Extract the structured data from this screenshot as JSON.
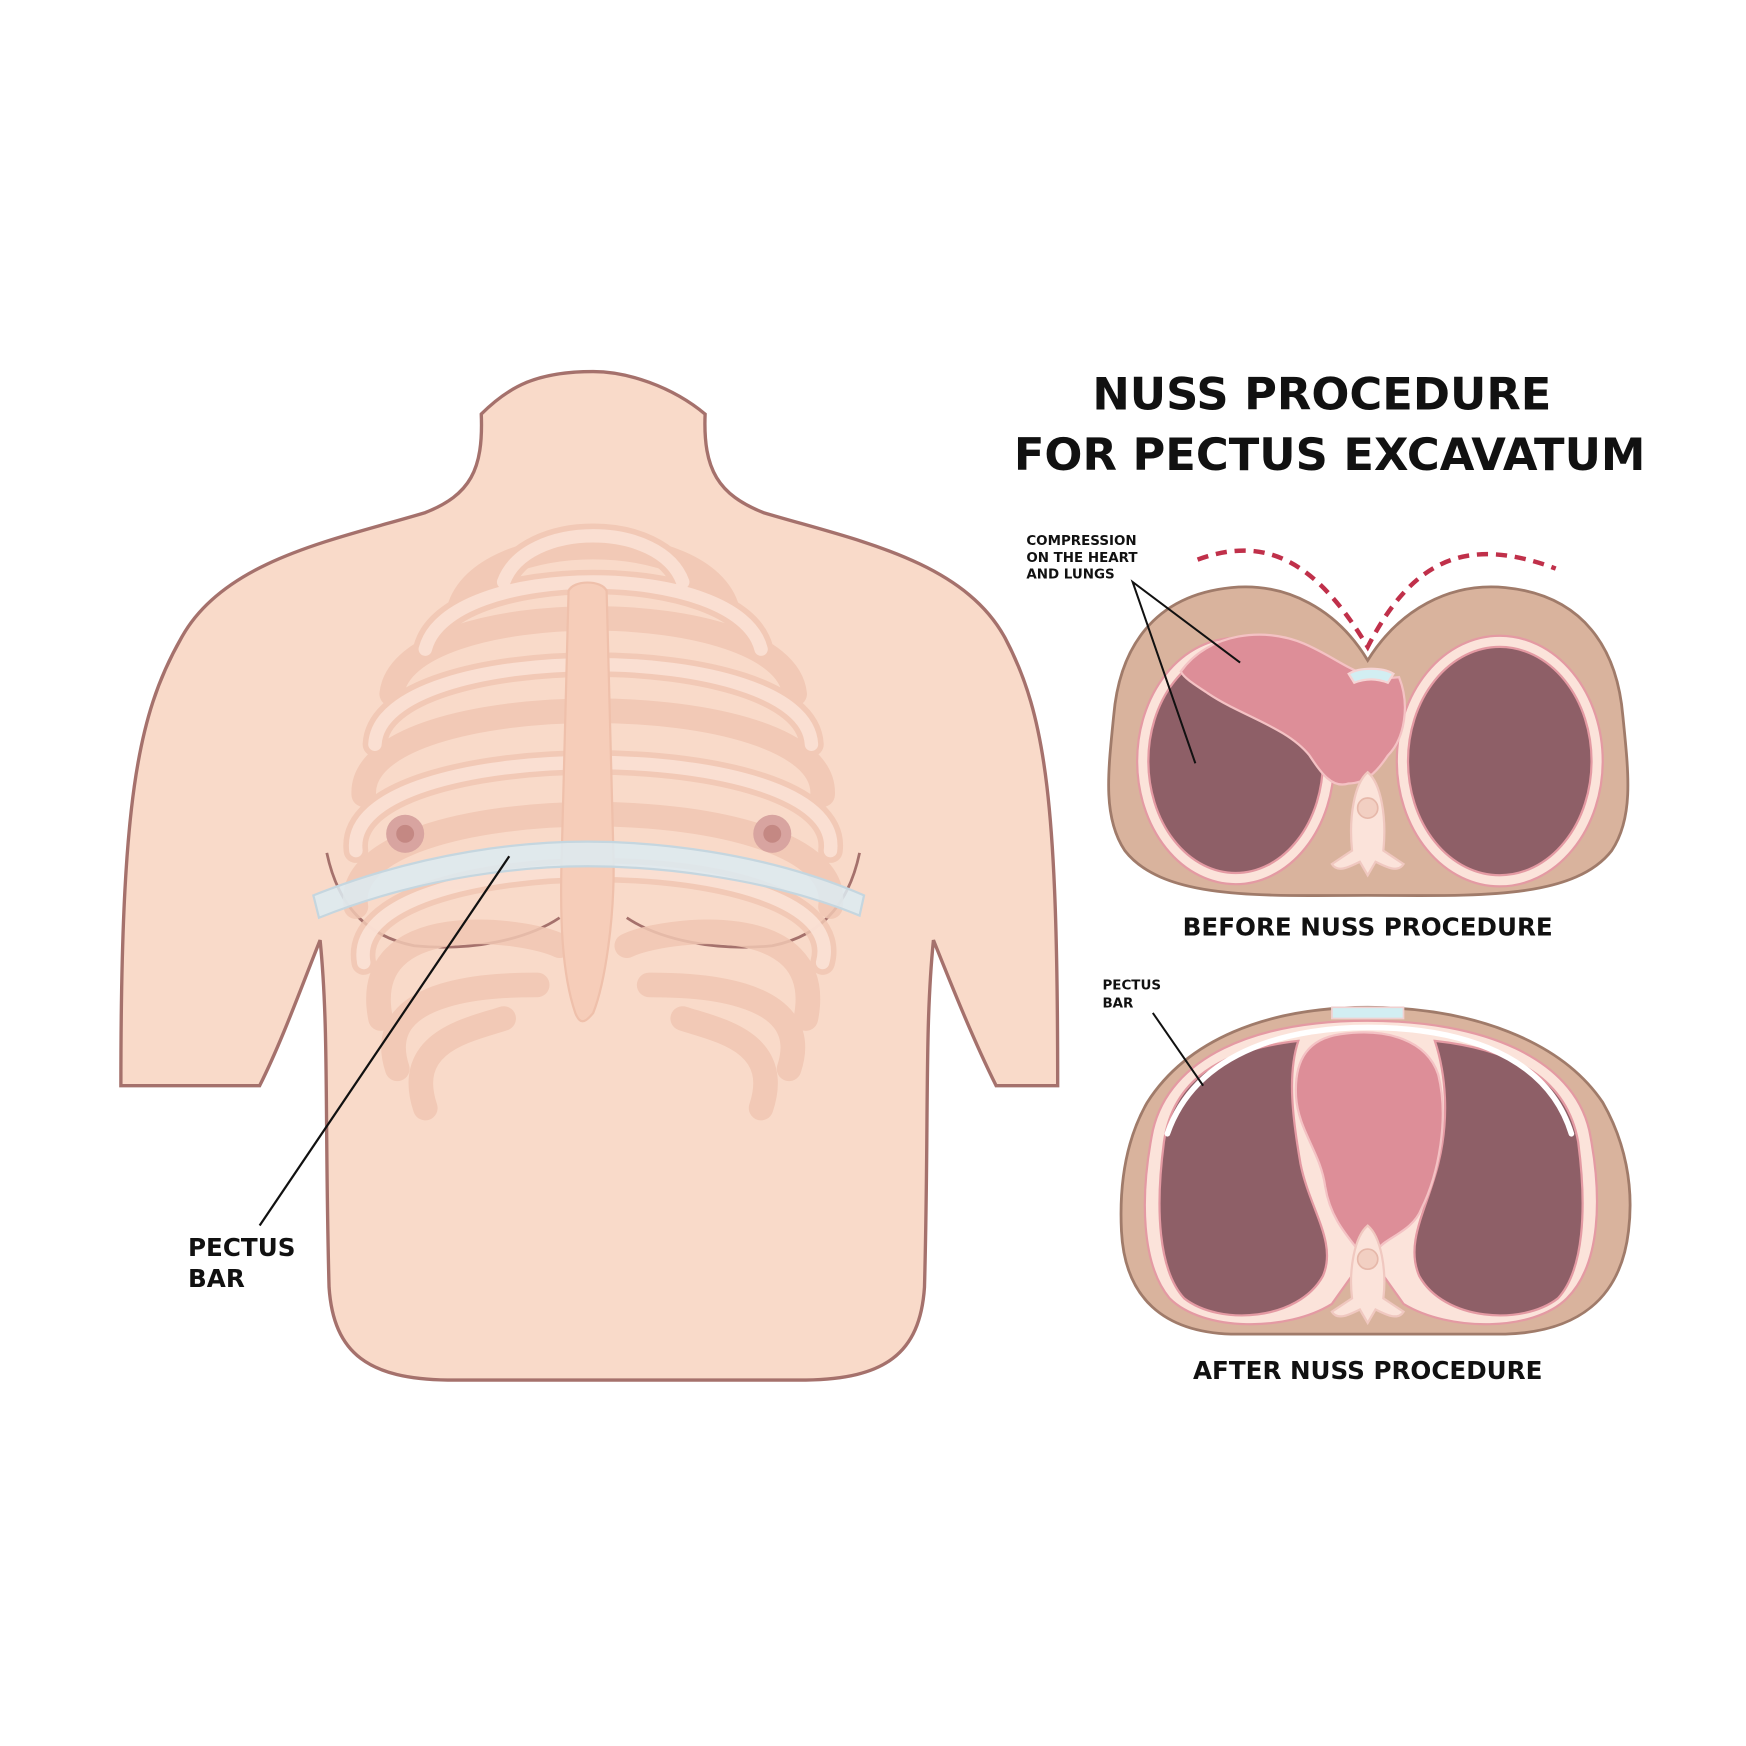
{
  "title": {
    "line1": "NUSS PROCEDURE",
    "line2": "FOR PECTUS EXCAVATUM"
  },
  "body_label": {
    "line1": "PECTUS",
    "line2": "BAR"
  },
  "before": {
    "annotation_line1": "COMPRESSION",
    "annotation_line2": "ON THE HEART",
    "annotation_line3": "AND LUNGS",
    "caption": "BEFORE NUSS PROCEDURE"
  },
  "after": {
    "annotation_line1": "PECTUS",
    "annotation_line2": "BAR",
    "caption": "AFTER NUSS PROCEDURE"
  },
  "colors": {
    "skin": "#f9dac9",
    "outline": "#a5716c",
    "lung": "#8e5f67",
    "heart": "#dd8e98",
    "tissue": "#d9b39d",
    "bar": "#dcebf2",
    "dashed": "#c0304a"
  }
}
